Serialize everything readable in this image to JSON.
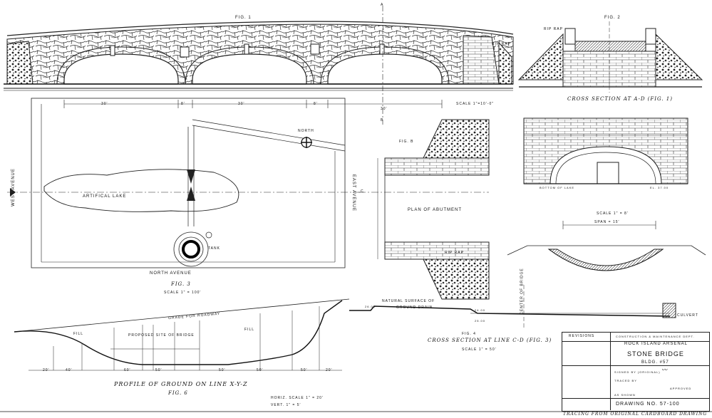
{
  "fig1": {
    "label": "FIG. 1",
    "ripRap": "RIP RAP",
    "dims": [
      "30'",
      "8'",
      "30'",
      "8'",
      "30'"
    ],
    "scale": "SCALE 1\"=10'-0\"",
    "sectionA": "A",
    "sectionB": "B"
  },
  "fig2": {
    "label": "FIG. 2",
    "ripRap": "RIP RAP",
    "caption": "CROSS SECTION AT A-D (FIG. 1)"
  },
  "fig3": {
    "label": "FIG. 3",
    "scale": "SCALE 1\" = 100'",
    "north": "NORTH",
    "westAvenue": "WEST AVENUE",
    "eastAvenue": "EAST AVENUE",
    "northAvenue": "NORTH AVENUE",
    "lake": "ARTIFICAL LAKE",
    "tank": "TANK",
    "point": "C"
  },
  "figB": {
    "label": "FIG. B",
    "plan": "PLAN of ABUTMENT",
    "ripRap": "RIP RAP"
  },
  "figElevation": {
    "bottomOfLake": "BOTTOM OF LAKE",
    "elevation": "EL. 37.00"
  },
  "figArch": {
    "scale": "SCALE 1\" = 8'",
    "span": "SPAN = 15'"
  },
  "fig4": {
    "label": "FIG. 4",
    "caption": "CROSS SECTION AT LINE C-D (FIG. 3)",
    "scale": "SCALE 1\" = 50'",
    "naturalSurface": "NATURAL SURFACE OF",
    "groundDrain": "GROUND DRAIN",
    "centerOfBridge": "CENTER OF BRIDGE",
    "culvert": "CULVERT",
    "elevations": [
      "26.00",
      "24.00",
      "25.00"
    ]
  },
  "fig6": {
    "title": "PROFILE OF GROUND ON LINE X-Y-Z",
    "label": "FIG. 6",
    "grade": "GRADE FOR ROADWAY",
    "proposed": "PROPOSED SITE OF BRIDGE",
    "fill": "FILL",
    "scaleH": "HORIZ. SCALE 1\" = 20'",
    "scaleV": "VERT. 1\" = 5'",
    "dims": [
      "20'",
      "40'",
      "60'",
      "50'",
      "50'",
      "50'",
      "50'",
      "20'"
    ]
  },
  "titleBlock": {
    "revisions": "REVISIONS",
    "office": "CONSTRUCTION & MAINTENANCE DEPT.",
    "arsenal": "ROCK ISLAND ARSENAL",
    "title": "STONE BRIDGE",
    "bldg": "BLDG. #57",
    "signed": "SIGNED BY (ORIGINAL)",
    "traced": "TRACED BY",
    "drawingNo": "DRAWING NO. 57-100",
    "approved": "APPROVED",
    "asShown": "AS SHOWN",
    "footer": "TRACING FROM ORIGINAL CARDBOARD DRAWING"
  }
}
